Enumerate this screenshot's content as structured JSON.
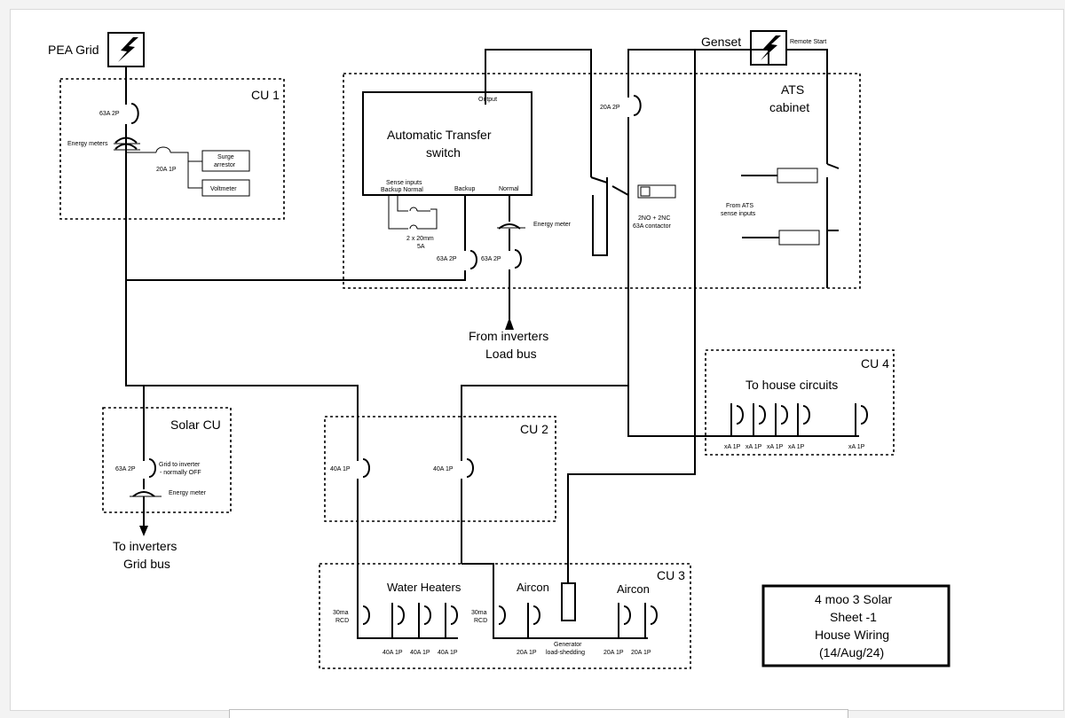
{
  "sources": {
    "pea_grid": "PEA Grid",
    "genset": "Genset",
    "remote_start": "Remote Start"
  },
  "cu1": {
    "title": "CU 1",
    "breaker_main": "63A 2P",
    "energy_meters": "Energy meters",
    "breaker_20a": "20A 1P",
    "surge_arrestor": [
      "Surge",
      "arrestor"
    ],
    "voltmeter": "Voltmeter"
  },
  "ats": {
    "title": [
      "ATS",
      "cabinet"
    ],
    "switch_title": [
      "Automatic Transfer",
      "switch"
    ],
    "output": "Output",
    "sense_inputs": [
      "Sense inputs",
      "Backup Normal"
    ],
    "backup": "Backup",
    "normal": "Normal",
    "fuses": [
      "2 x 20mm",
      "5A"
    ],
    "breaker_backup": "63A 2P",
    "breaker_normal": "63A 2P",
    "energy_meter": "Energy meter",
    "breaker_genset": "20A 2P",
    "contactor": [
      "2NO + 2NC",
      "63A contactor"
    ],
    "from_ats": [
      "From ATS",
      "sense inputs"
    ]
  },
  "from_inverters": [
    "From inverters",
    "Load bus"
  ],
  "solar_cu": {
    "title": "Solar CU",
    "breaker": "63A 2P",
    "note": [
      "Grid to inverter",
      "- normally OFF"
    ],
    "energy_meter": "Energy meter"
  },
  "to_inverters": [
    "To inverters",
    "Grid bus"
  ],
  "cu2": {
    "title": "CU 2",
    "breaker_left": "40A 1P",
    "breaker_right": "40A 1P"
  },
  "cu3": {
    "title": "CU 3",
    "water_heaters": "Water Heaters",
    "aircon_left": "Aircon",
    "aircon_right": "Aircon",
    "rcd_left": [
      "30ma",
      "RCD"
    ],
    "rcd_right": [
      "30ma",
      "RCD"
    ],
    "wh_breakers": [
      "40A 1P",
      "40A 1P",
      "40A 1P"
    ],
    "ac_breakers_left": "20A 1P",
    "generator_label": [
      "Generator",
      "load-shedding"
    ],
    "ac_breakers_right": [
      "20A 1P",
      "20A 1P"
    ]
  },
  "cu4": {
    "title": "CU 4",
    "subtitle": "To house circuits",
    "breakers": [
      "xA 1P",
      "xA 1P",
      "xA 1P",
      "xA 1P",
      "xA 1P"
    ]
  },
  "title_block": [
    "4 moo 3 Solar",
    "Sheet -1",
    "House Wiring",
    "(14/Aug/24)"
  ],
  "icons": {
    "pea_grid_symbol": "lightning-icon",
    "genset_symbol": "lightning-icon"
  }
}
